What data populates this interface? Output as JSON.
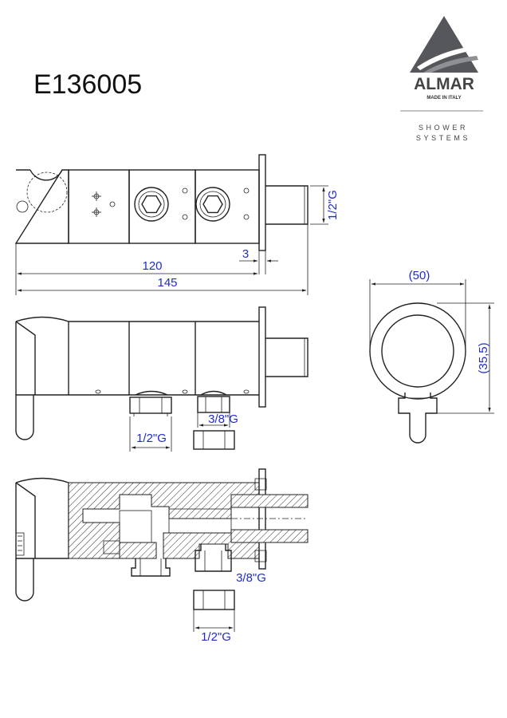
{
  "header": {
    "product_code": "E136005"
  },
  "brand": {
    "name": "ALMAR",
    "made_in": "MADE IN ITALY",
    "tagline_1": "SHOWER",
    "tagline_2": "SYSTEMS",
    "logo_colors": {
      "dark": "#55575a",
      "light": "#8e9093"
    }
  },
  "dimensions": {
    "outlet_thread": "1/2\"G",
    "flange_thickness": "3",
    "body_length": "120",
    "overall_length": "145",
    "flange_diameter": "(50)",
    "projection_depth": "(35,5)",
    "inlet_thread_side": "1/2\"G",
    "connector_thread_side": "3/8\"G",
    "connector_thread_section": "3/8\"G",
    "inlet_thread_section": "1/2\"G"
  },
  "colors": {
    "dimension_text": "#1f2bd0",
    "line": "#222222"
  }
}
